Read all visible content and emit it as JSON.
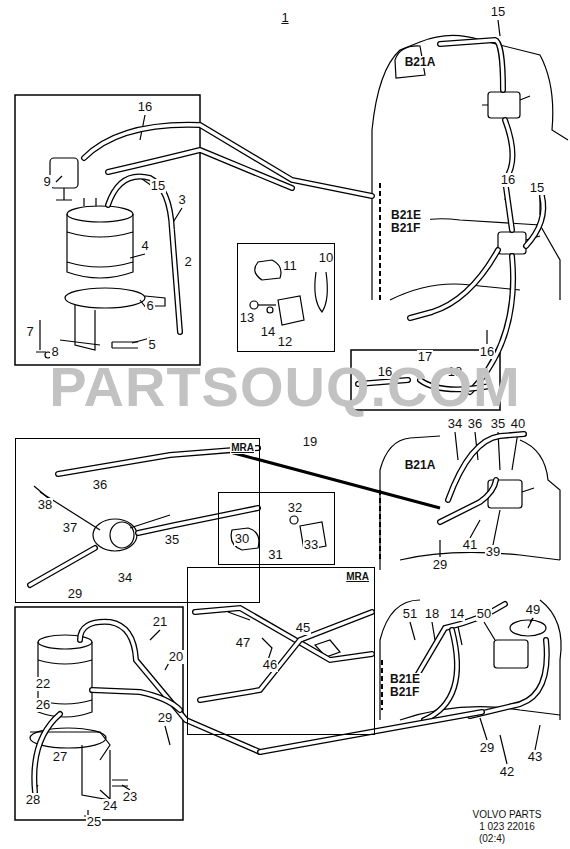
{
  "diagram": {
    "nodes": [
      {
        "text": [
          "12"
        ]
      },
      {
        "text": [
          "MRA"
        ]
      },
      {
        "text": [
          "31"
        ]
      },
      {
        "text": [
          "MRA"
        ]
      }
    ],
    "labels": [
      "1",
      "15",
      "B21A",
      "16",
      "15",
      "B21E B21F",
      "16",
      "17",
      "16",
      "18",
      "16",
      "9",
      "15",
      "3",
      "4",
      "2",
      "6",
      "7",
      "8",
      "5",
      "11",
      "10",
      "13",
      "14",
      "PARTSOUQ.COM",
      "19",
      "36",
      "38",
      "37",
      "35",
      "34",
      "29",
      "34",
      "36",
      "35",
      "40",
      "B21A",
      "29",
      "41",
      "39",
      "32",
      "30",
      "33",
      "47",
      "46",
      "45",
      "21",
      "20",
      "22",
      "26",
      "29",
      "27",
      "28",
      "24",
      "23",
      "25",
      "51",
      "18",
      "14",
      "50",
      "49",
      "B21E B21F",
      "29",
      "42",
      "43",
      "VOLVO PARTS",
      "1 023 22016",
      "(02:4)"
    ]
  }
}
